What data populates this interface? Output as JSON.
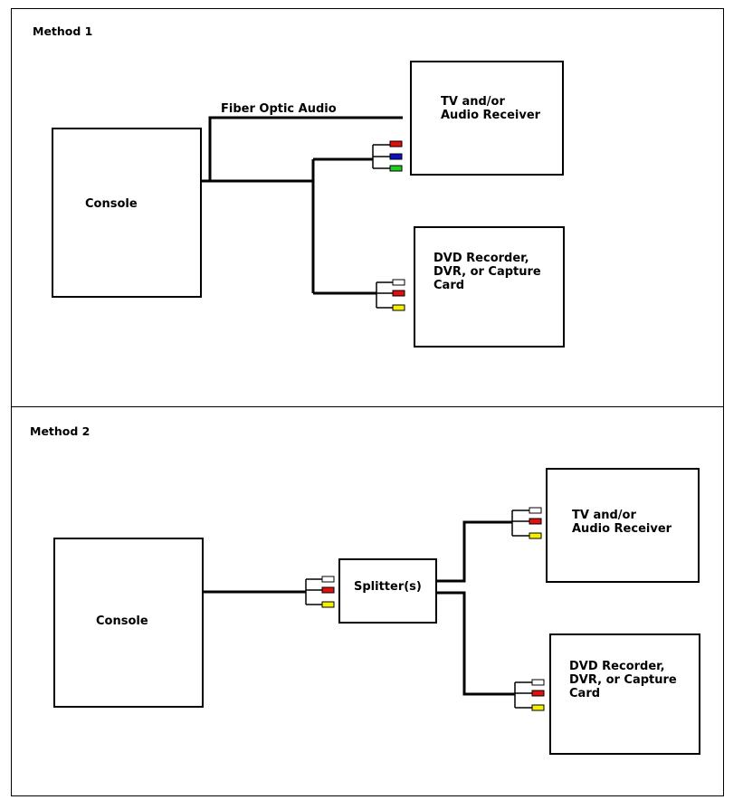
{
  "method1": {
    "title": "Method 1",
    "console": "Console",
    "fiber_label": "Fiber Optic Audio",
    "tv": [
      "TV and/or",
      "Audio Receiver"
    ],
    "dvd": [
      "DVD Recorder,",
      "DVR, or Capture",
      "Card"
    ]
  },
  "method2": {
    "title": "Method 2",
    "console": "Console",
    "splitter": "Splitter(s)",
    "tv": [
      "TV and/or",
      "Audio Receiver"
    ],
    "dvd": [
      "DVD Recorder,",
      "DVR, or Capture",
      "Card"
    ]
  },
  "colors": {
    "red": "#e01010",
    "blue": "#1010c0",
    "green": "#22cc22",
    "white": "#ffffff",
    "yellow": "#f5f000",
    "line": "#000000"
  }
}
